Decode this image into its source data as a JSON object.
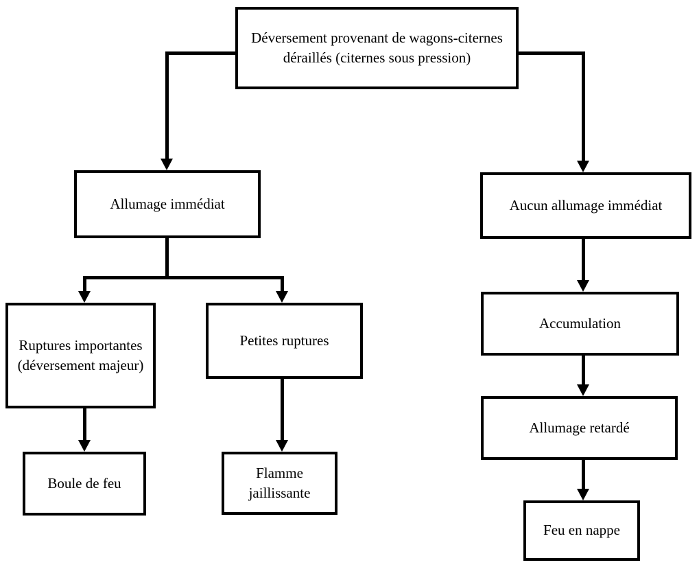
{
  "diagram": {
    "type": "flowchart",
    "language": "fr",
    "colors": {
      "background": "#ffffff",
      "box_fill": "#ffffff",
      "box_border": "#000000",
      "line": "#000000",
      "text": "#000000"
    },
    "nodes": {
      "root": {
        "label": "Déversement provenant de wagons-citernes déraillés (citernes sous pression)"
      },
      "immediate_ignition": {
        "label": "Allumage immédiat"
      },
      "no_immediate_ignition": {
        "label": "Aucun allumage immédiat"
      },
      "major_ruptures": {
        "label": "Ruptures importantes (déversement majeur)"
      },
      "small_ruptures": {
        "label": "Petites ruptures"
      },
      "fireball": {
        "label": "Boule de feu"
      },
      "jet_flame": {
        "label": "Flamme jaillissante"
      },
      "accumulation": {
        "label": "Accumulation"
      },
      "delayed_ignition": {
        "label": "Allumage retardé"
      },
      "pool_fire": {
        "label": "Feu en nappe"
      }
    },
    "edges": [
      {
        "from": "root",
        "to": "immediate_ignition"
      },
      {
        "from": "root",
        "to": "no_immediate_ignition"
      },
      {
        "from": "immediate_ignition",
        "to": "major_ruptures"
      },
      {
        "from": "immediate_ignition",
        "to": "small_ruptures"
      },
      {
        "from": "major_ruptures",
        "to": "fireball"
      },
      {
        "from": "small_ruptures",
        "to": "jet_flame"
      },
      {
        "from": "no_immediate_ignition",
        "to": "accumulation"
      },
      {
        "from": "accumulation",
        "to": "delayed_ignition"
      },
      {
        "from": "delayed_ignition",
        "to": "pool_fire"
      }
    ]
  }
}
